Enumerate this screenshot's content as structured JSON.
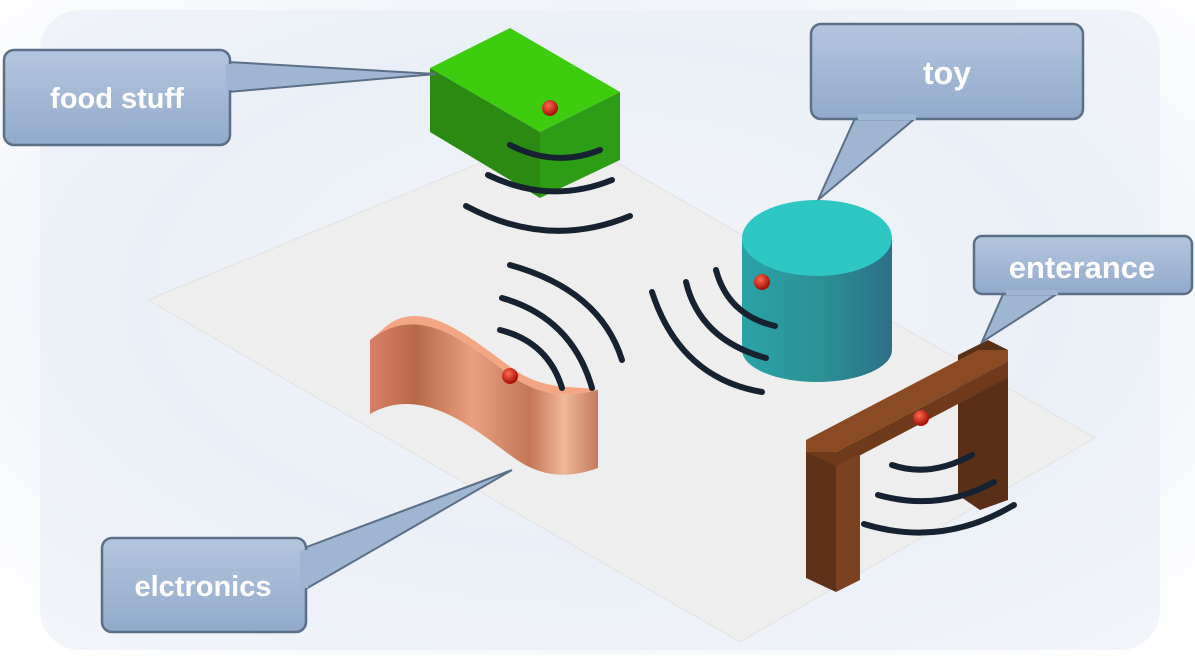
{
  "labels": {
    "food": "food stuff",
    "toy": "toy",
    "entrance": "enterance",
    "electronics": "elctronics"
  },
  "objects": [
    {
      "name": "food-stuff-box",
      "shape": "box",
      "color": "#2e9a14"
    },
    {
      "name": "toy-cylinder",
      "shape": "cylinder",
      "color": "#2bbcbc"
    },
    {
      "name": "entrance-gate",
      "shape": "gate",
      "color": "#6b3a1e"
    },
    {
      "name": "electronics-wave",
      "shape": "curved-panel",
      "color": "#e48a68"
    }
  ],
  "colors": {
    "callout_fill": "#9fb6d3",
    "callout_stroke": "#5b6f86",
    "floor": "#eeeeee",
    "signal_arcs": "#172230",
    "sensor_dot": "#cc1f10"
  }
}
